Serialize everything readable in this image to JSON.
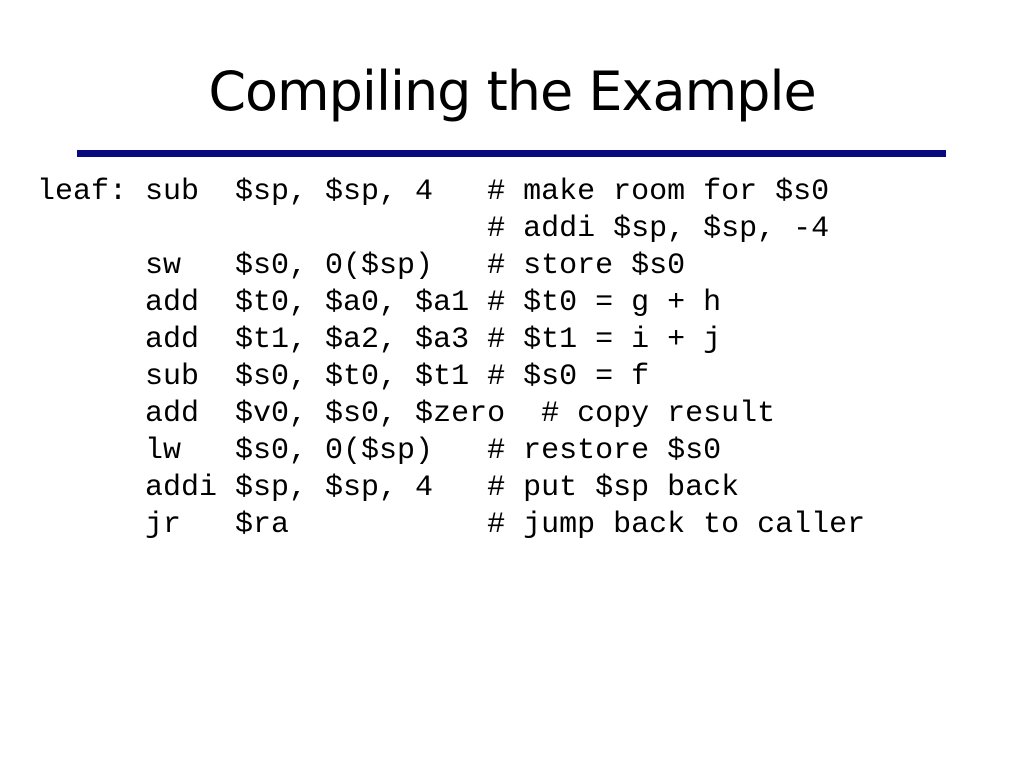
{
  "slide": {
    "title": "Compiling the Example",
    "code_lines": [
      "leaf: sub  $sp, $sp, 4   # make room for $s0",
      "                         # addi $sp, $sp, -4",
      "      sw   $s0, 0($sp)   # store $s0",
      "      add  $t0, $a0, $a1 # $t0 = g + h",
      "      add  $t1, $a2, $a3 # $t1 = i + j",
      "      sub  $s0, $t0, $t1 # $s0 = f",
      "      add  $v0, $s0, $zero  # copy result",
      "      lw   $s0, 0($sp)   # restore $s0",
      "      addi $sp, $sp, 4   # put $sp back",
      "      jr   $ra           # jump back to caller"
    ]
  },
  "colors": {
    "rule": "#0a0a80",
    "text": "#000000",
    "background": "#ffffff"
  }
}
